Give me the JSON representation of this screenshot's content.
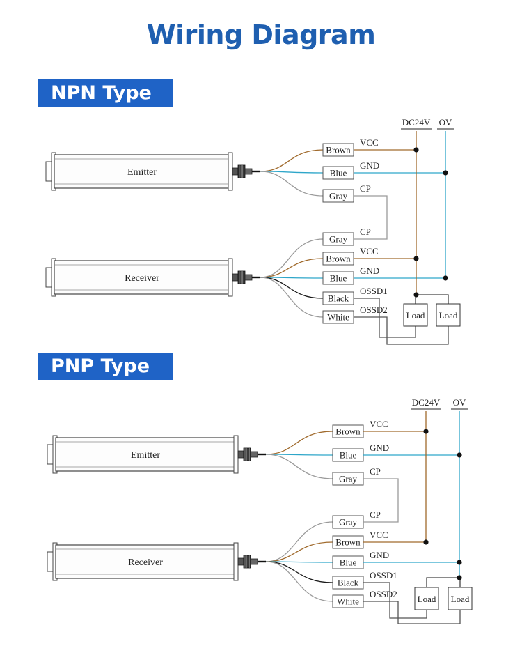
{
  "title": "Wiring Diagram",
  "colors": {
    "brown_wire": "#a06a2c",
    "blue_wire": "#2ea6c9",
    "gray_wire": "#9a9a9a",
    "black_wire": "#1a1a1a",
    "title_blue": "#1f5fb0",
    "badge_blue": "#1f63c6"
  },
  "sections": [
    {
      "type_label": "NPN Type",
      "power": {
        "vcc": "DC24V",
        "gnd": "OV"
      },
      "emitter": {
        "label": "Emitter",
        "wires": [
          {
            "color": "Brown",
            "signal": "VCC"
          },
          {
            "color": "Blue",
            "signal": "GND"
          },
          {
            "color": "Gray",
            "signal": "CP"
          }
        ]
      },
      "receiver": {
        "label": "Receiver",
        "wires": [
          {
            "color": "Gray",
            "signal": "CP"
          },
          {
            "color": "Brown",
            "signal": "VCC"
          },
          {
            "color": "Blue",
            "signal": "GND"
          },
          {
            "color": "Black",
            "signal": "OSSD1"
          },
          {
            "color": "White",
            "signal": "OSSD2"
          }
        ]
      },
      "loads": [
        "Load",
        "Load"
      ]
    },
    {
      "type_label": "PNP Type",
      "power": {
        "vcc": "DC24V",
        "gnd": "OV"
      },
      "emitter": {
        "label": "Emitter",
        "wires": [
          {
            "color": "Brown",
            "signal": "VCC"
          },
          {
            "color": "Blue",
            "signal": "GND"
          },
          {
            "color": "Gray",
            "signal": "CP"
          }
        ]
      },
      "receiver": {
        "label": "Receiver",
        "wires": [
          {
            "color": "Gray",
            "signal": "CP"
          },
          {
            "color": "Brown",
            "signal": "VCC"
          },
          {
            "color": "Blue",
            "signal": "GND"
          },
          {
            "color": "Black",
            "signal": "OSSD1"
          },
          {
            "color": "White",
            "signal": "OSSD2"
          }
        ]
      },
      "loads": [
        "Load",
        "Load"
      ]
    }
  ]
}
